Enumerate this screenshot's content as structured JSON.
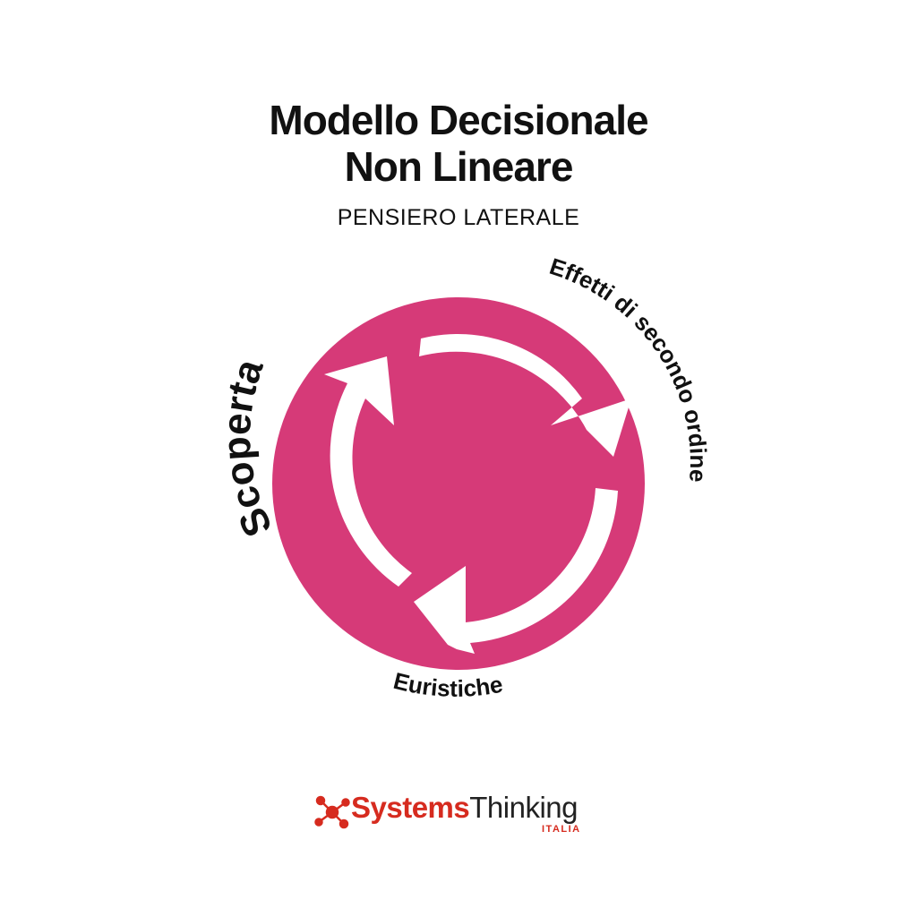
{
  "title": {
    "line1": "Modello Decisionale",
    "line2": "Non Lineare",
    "subtitle": "PENSIERO LATERALE"
  },
  "cycle": {
    "fill_color": "#d63a78",
    "arrow_color": "#ffffff",
    "labels": {
      "left": "Scoperta",
      "right": "Effetti di secondo ordine",
      "bottom": "Euristiche"
    }
  },
  "logo": {
    "name_bold": "Systems",
    "name_light": "Thinking",
    "sub": "ITALIA",
    "icon": "molecule-network-icon",
    "accent": "#d62b1f"
  }
}
